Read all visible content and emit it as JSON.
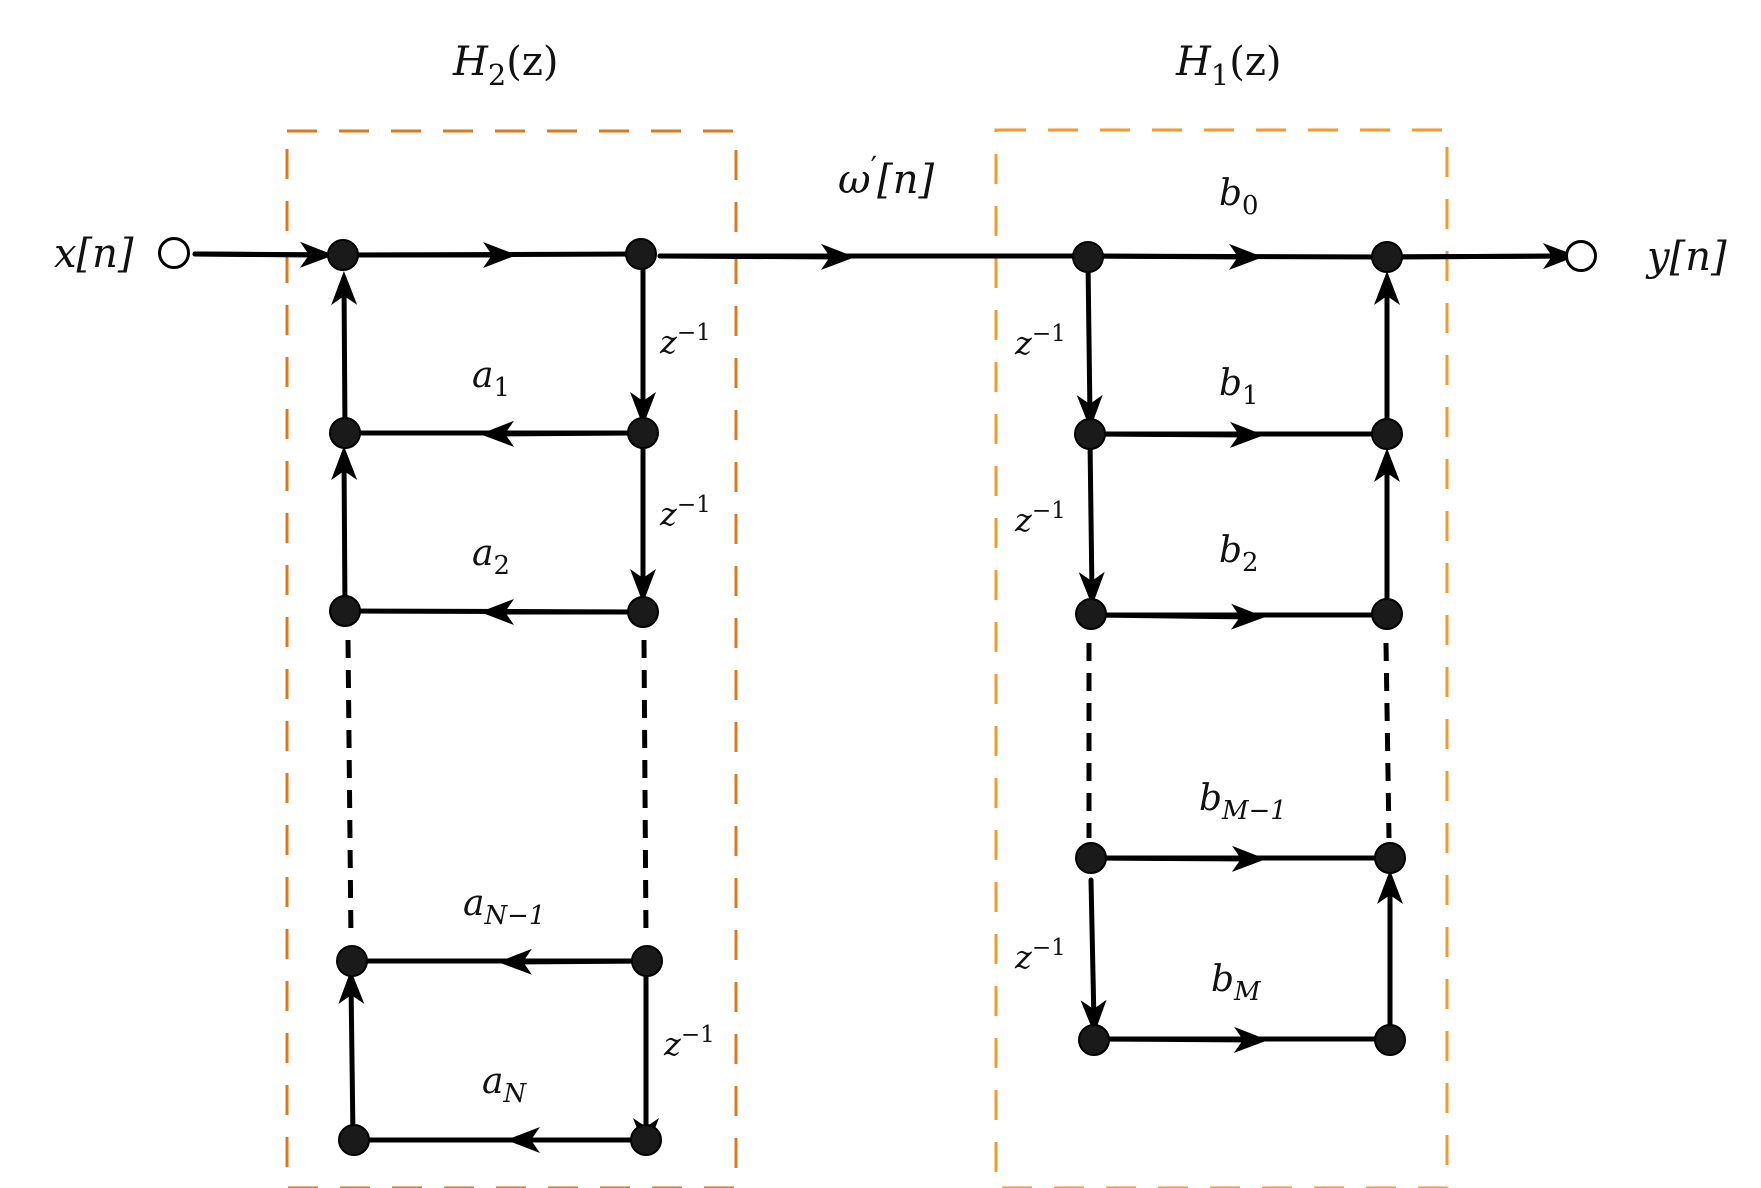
{
  "blocks": {
    "left": {
      "name": "H",
      "sub": "2",
      "arg": "(z)",
      "border_color": "#d97a1c"
    },
    "right": {
      "name": "H",
      "sub": "1",
      "arg": "(z)",
      "border_color": "#f39a2e"
    }
  },
  "signals": {
    "input": "x[n]",
    "output": "y[n]",
    "mid": {
      "base": "ω",
      "sup": "′",
      "rest": "[n]"
    }
  },
  "feedback_coefficients": {
    "a1": {
      "base": "a",
      "sub": "1"
    },
    "a2": {
      "base": "a",
      "sub": "2"
    },
    "aN1": {
      "base": "a",
      "sub": "N−1"
    },
    "aN": {
      "base": "a",
      "sub": "N"
    }
  },
  "feedforward_coefficients": {
    "b0": {
      "base": "b",
      "sub": "0"
    },
    "b1": {
      "base": "b",
      "sub": "1"
    },
    "b2": {
      "base": "b",
      "sub": "2"
    },
    "bM1": {
      "base": "b",
      "sub": "M−1"
    },
    "bM": {
      "base": "b",
      "sub": "M"
    }
  },
  "delay": {
    "base": "z",
    "sup": "−1"
  },
  "colors": {
    "line": "#000000",
    "node": "#1a1a1a"
  }
}
